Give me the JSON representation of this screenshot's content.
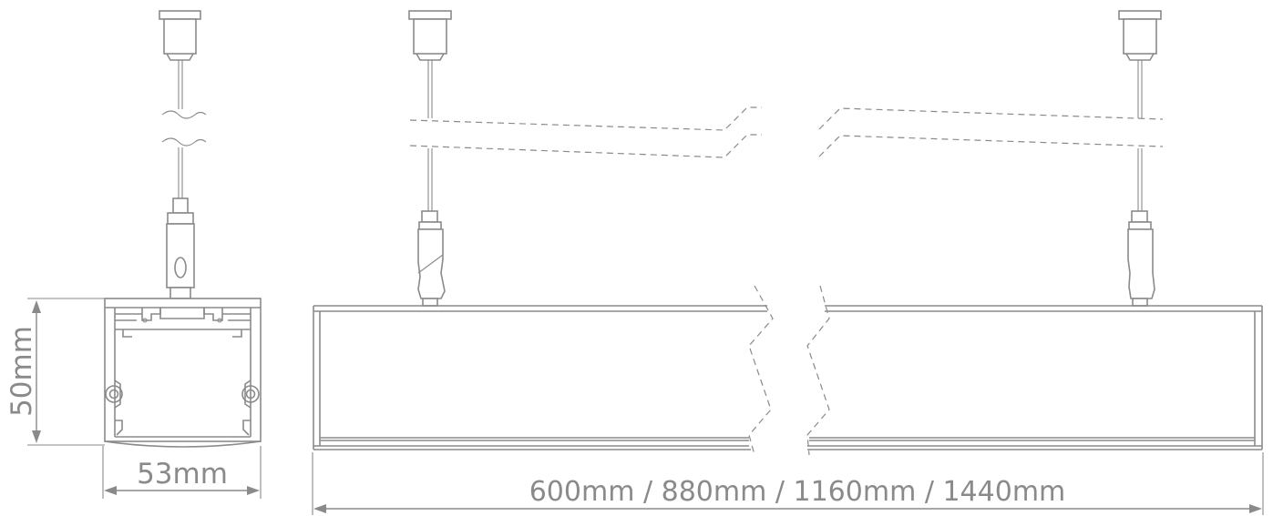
{
  "dimensions": {
    "height_label": "50mm",
    "width_label": "53mm",
    "length_label": "600mm / 880mm / 1160mm / 1440mm"
  },
  "views": [
    "end-section-view",
    "side-elevation-view"
  ],
  "colors": {
    "line": "#8a8a8a",
    "background": "#ffffff"
  }
}
